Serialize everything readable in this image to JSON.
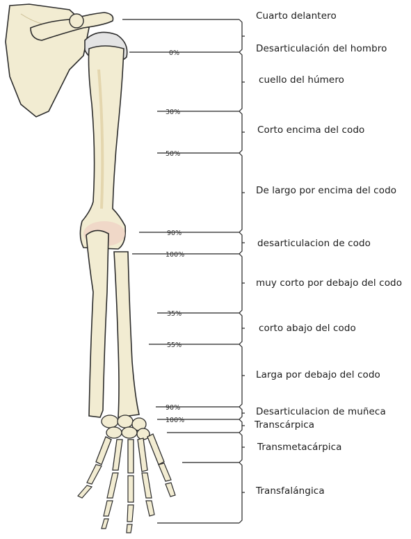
{
  "colors": {
    "bone_fill": "#f2ecd2",
    "bone_shadow": "#e4d6ae",
    "bone_outline": "#2b2b2b",
    "joint_pink": "#efc9c0",
    "line": "#222222",
    "text": "#1a1a1a"
  },
  "bones": [
    "scapula",
    "clavicle",
    "humerus",
    "ulna",
    "radius",
    "carpals",
    "metacarpals",
    "phalanges"
  ],
  "percent_marks": [
    "0%",
    "30%",
    "50%",
    "90%",
    "100%",
    "35%",
    "55%",
    "90%",
    "100%"
  ],
  "levels": [
    "Cuarto delantero",
    "Desarticulación del hombro",
    "cuello del húmero",
    "Corto encima del codo",
    "De largo por encima del codo",
    "desarticulacion de codo",
    "muy corto por debajo del codo",
    "corto abajo del codo",
    "Larga por debajo del codo",
    "Desarticulacion de muñeca",
    "Transcárpica",
    "Transmetacárpica",
    "Transfalángica"
  ]
}
